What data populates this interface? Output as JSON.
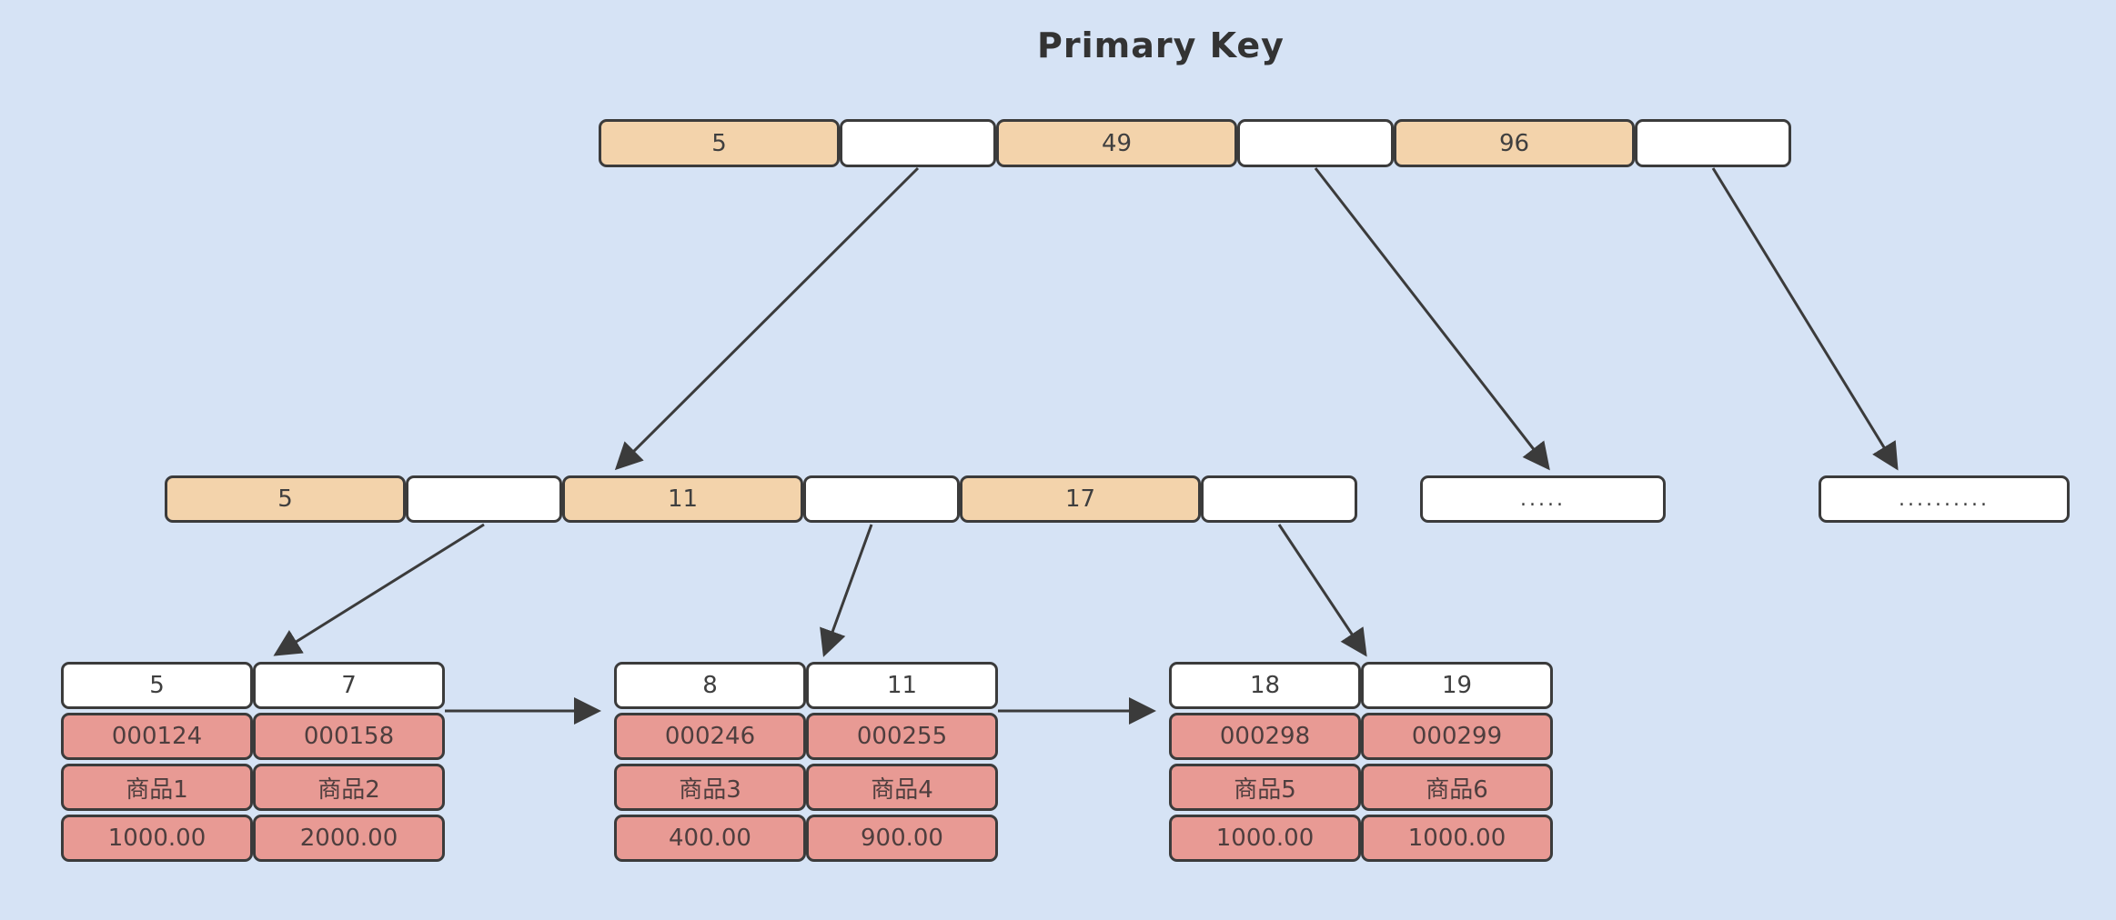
{
  "title": "Primary Key",
  "root_node": {
    "cells": [
      {
        "label": "5",
        "type": "key"
      },
      {
        "label": "",
        "type": "pointer"
      },
      {
        "label": "49",
        "type": "key"
      },
      {
        "label": "",
        "type": "pointer"
      },
      {
        "label": "96",
        "type": "key"
      },
      {
        "label": "",
        "type": "pointer"
      }
    ]
  },
  "internal_node": {
    "cells": [
      {
        "label": "5",
        "type": "key"
      },
      {
        "label": "",
        "type": "pointer"
      },
      {
        "label": "11",
        "type": "key"
      },
      {
        "label": "",
        "type": "pointer"
      },
      {
        "label": "17",
        "type": "key"
      },
      {
        "label": "",
        "type": "pointer"
      }
    ]
  },
  "overflow_nodes": {
    "left": ".....",
    "right": ".........."
  },
  "leaf_nodes": [
    {
      "keys": [
        "5",
        "7"
      ],
      "rows": [
        [
          "000124",
          "000158"
        ],
        [
          "商品1",
          "商品2"
        ],
        [
          "1000.00",
          "2000.00"
        ]
      ]
    },
    {
      "keys": [
        "8",
        "11"
      ],
      "rows": [
        [
          "000246",
          "000255"
        ],
        [
          "商品3",
          "商品4"
        ],
        [
          "400.00",
          "900.00"
        ]
      ]
    },
    {
      "keys": [
        "18",
        "19"
      ],
      "rows": [
        [
          "000298",
          "000299"
        ],
        [
          "商品5",
          "商品6"
        ],
        [
          "1000.00",
          "1000.00"
        ]
      ]
    }
  ],
  "colors": {
    "background": "#d6e3f5",
    "key_cell_fill": "#f3d3ab",
    "pointer_cell_fill": "#ffffff",
    "record_cell_fill": "#e89a94",
    "border": "#3b3b3b",
    "text": "#3f3f3f",
    "record_text": "#4e3e3e"
  }
}
